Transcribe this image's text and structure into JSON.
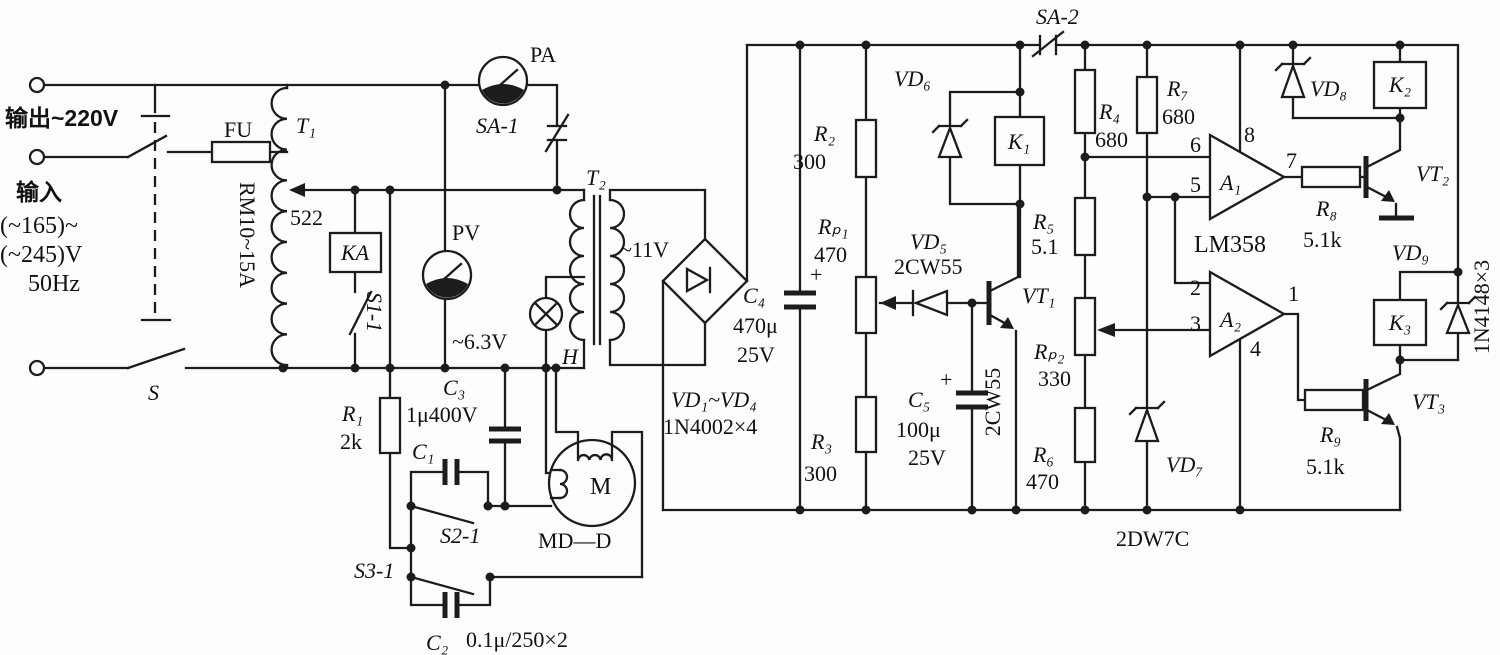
{
  "colors": {
    "ink": "#1c1c1c",
    "paper": "#fdfdfc"
  },
  "labels": {
    "input": {
      "output_220v": "输出~220V",
      "input_word": "输入",
      "range1": "(~165)~",
      "range2": "(~245)V",
      "freq": "50Hz",
      "main_switch": "S",
      "fuse": "FU",
      "fuse_type": "RM10~15A"
    },
    "t1area": {
      "t1": "T₁",
      "tap": "522",
      "relay_ka": "KA",
      "sw_s11": "S1-1",
      "r1": "R₁",
      "r1v": "2k",
      "c3": "C₃",
      "c3v": "1μ400V",
      "c1": "C₁",
      "sw_s21": "S2-1",
      "sw_s31": "S3-1",
      "c2": "C₂",
      "c2v": "0.1μ/250×2"
    },
    "meter": {
      "pa": "PA",
      "sa1": "SA-1",
      "pv": "PV"
    },
    "t2area": {
      "t2": "T₂",
      "v11": "~11V",
      "v63": "~6.3V",
      "lamp": "H",
      "motor": "M",
      "motor_type": "MD—D"
    },
    "bridge": {
      "vd_range": "VD₁~VD₄",
      "vd_type": "1N4002×4",
      "c4": "C₄",
      "c4v1": "470μ",
      "c4v2": "25V",
      "plus": "+"
    },
    "reg": {
      "r2": "R₂",
      "r2v": "300",
      "rp1": "Rₚ₁",
      "rp1v": "470",
      "r3": "R₃",
      "r3v": "300",
      "vd6": "VD₆",
      "k1": "K₁",
      "vd5": "VD₅",
      "vd5t": "2CW55",
      "vt1": "VT₁",
      "vt1t": "2CW55",
      "c5": "C₅",
      "c5v1": "100μ",
      "c5v2": "25V",
      "plus": "+",
      "sa2": "SA-2",
      "r4": "R₄",
      "r4v": "680",
      "r5": "R₅",
      "r5v": "5.1",
      "rp2": "Rₚ₂",
      "rp2v": "330",
      "r6": "R₆",
      "r6v": "470",
      "r7": "R₇",
      "r7v": "680",
      "vd7": "VD₇",
      "vd7t": "2DW7C"
    },
    "amp": {
      "ic": "LM358",
      "a1": "A₁",
      "a2": "A₂",
      "p6": "6",
      "p5": "5",
      "p8": "8",
      "p7": "7",
      "p2": "2",
      "p3": "3",
      "p1": "1",
      "p4": "4"
    },
    "out": {
      "vd8": "VD₈",
      "k2": "K₂",
      "vt2": "VT₂",
      "r8": "R₈",
      "r8v": "5.1k",
      "vd9": "VD₉",
      "k3": "K₃",
      "vt3": "VT₃",
      "r9": "R₉",
      "r9v": "5.1k",
      "diode_type": "1N4148×3"
    }
  }
}
